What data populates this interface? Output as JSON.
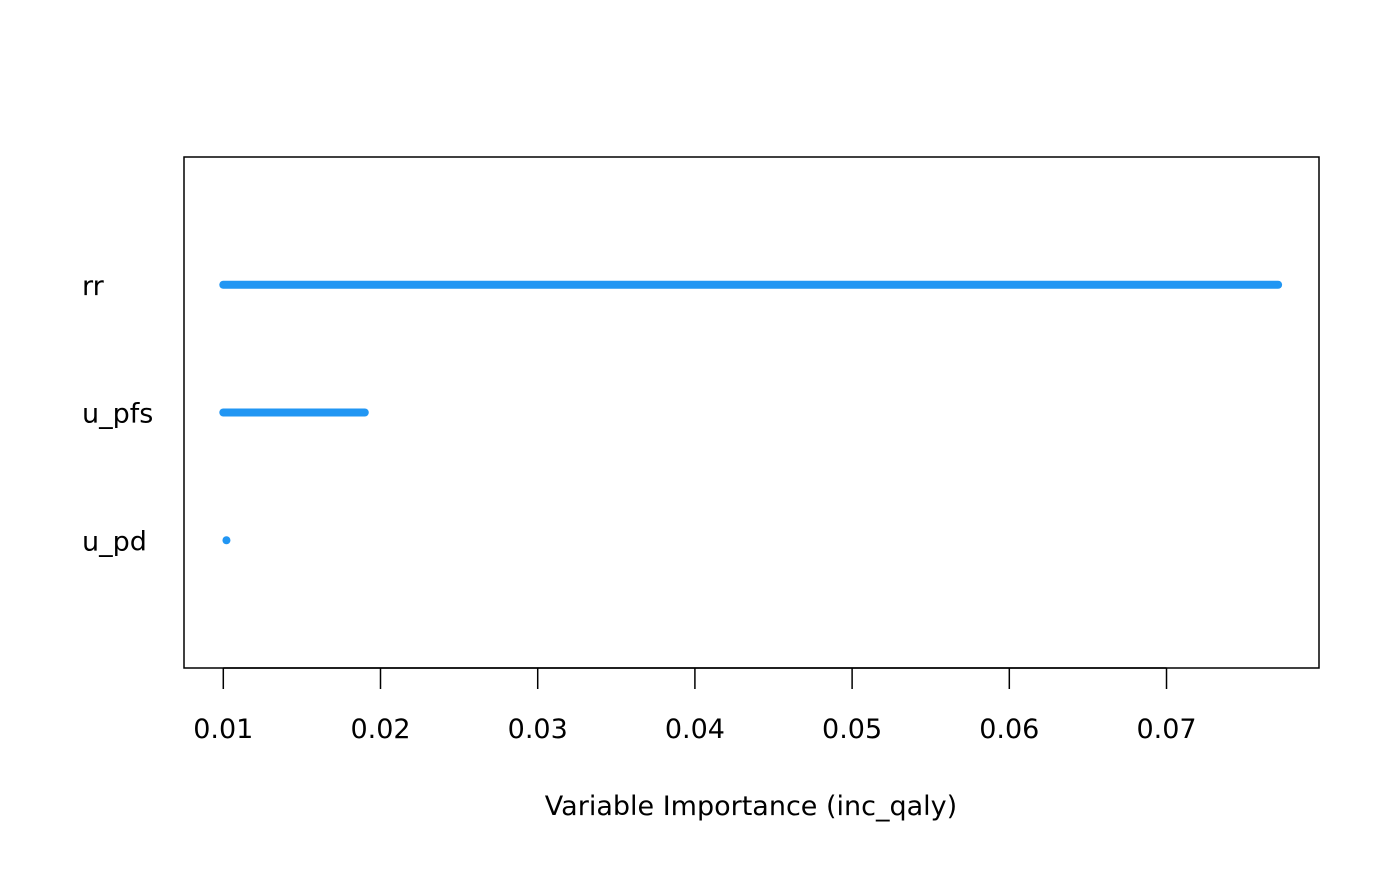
{
  "chart_data": {
    "type": "bar",
    "subtype": "horizontal-segment",
    "title": "",
    "xlabel": "Variable Importance (inc_qaly)",
    "ylabel": "",
    "categories": [
      "u_pd",
      "u_pfs",
      "rr"
    ],
    "values": [
      0.0102,
      0.019,
      0.0771
    ],
    "baseline": 0.01,
    "xlim": [
      0.0075,
      0.0797
    ],
    "x_ticks": [
      0.01,
      0.02,
      0.03,
      0.04,
      0.05,
      0.06,
      0.07
    ],
    "x_tick_labels": [
      "0.01",
      "0.02",
      "0.03",
      "0.04",
      "0.05",
      "0.06",
      "0.07"
    ],
    "color": "#2196F3",
    "grid": false,
    "legend": "none"
  }
}
